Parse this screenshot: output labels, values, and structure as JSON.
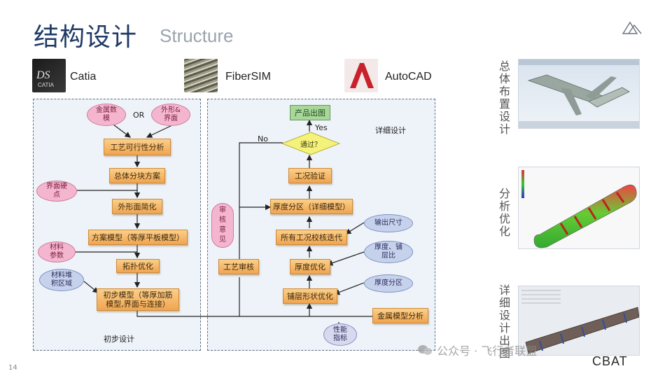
{
  "header": {
    "title_cn": "结构设计",
    "title_en": "Structure"
  },
  "software": [
    {
      "label": "Catia",
      "icon": "catia-icon"
    },
    {
      "label": "FiberSIM",
      "icon": "fibersim-icon"
    },
    {
      "label": "AutoCAD",
      "icon": "autocad-icon"
    }
  ],
  "flow": {
    "prelim_label": "初步设计",
    "detail_label": "详细设计",
    "metal_model": "金属数模",
    "or_label": "OR",
    "shape_interface": "外形&界面",
    "feasibility": "工艺可行性分析",
    "block_plan": "总体分块方案",
    "interface_points": "界面硬点",
    "shape_simplify": "外形面简化",
    "scheme_model": "方案模型（等厚平板模型）",
    "material_params": "材料参数",
    "topology": "拓扑优化",
    "layup_region": "材料堆积区域",
    "initial_model": "初步模型（等厚加筋模型,界面与连接）",
    "product_output": "产品出图",
    "yes_label": "Yes",
    "pass_check": "通过？",
    "no_label": "No",
    "condition_verify": "工况验证",
    "thickness_zone": "厚度分区（详细模型）",
    "review_opinion": "审核意见",
    "all_iter": "所有工况校核迭代",
    "output_size": "输出尺寸",
    "thickness_opt": "厚度优化",
    "thick_ply_ratio": "厚度、铺层比",
    "process_review": "工艺审核",
    "ply_shape_opt": "铺层形状优化",
    "thickness_zones": "厚度分区",
    "metal_analysis": "金属模型分析",
    "perf_index": "性能指标"
  },
  "side": {
    "layout_label": "总体布置设计",
    "analysis_label": "分析优化",
    "drawing_label": "详细设计出图"
  },
  "footer": {
    "page_number": "14",
    "watermark": "公众号 · 飞行者联盟",
    "brand": "CBAT"
  },
  "colors": {
    "title": "#1f3a66",
    "box_fill": "#f7b968",
    "pink_oval": "#f4b6cf",
    "blue_oval": "#c6d2ec",
    "green_box": "#a9d79a",
    "diamond": "#f4f27a"
  }
}
